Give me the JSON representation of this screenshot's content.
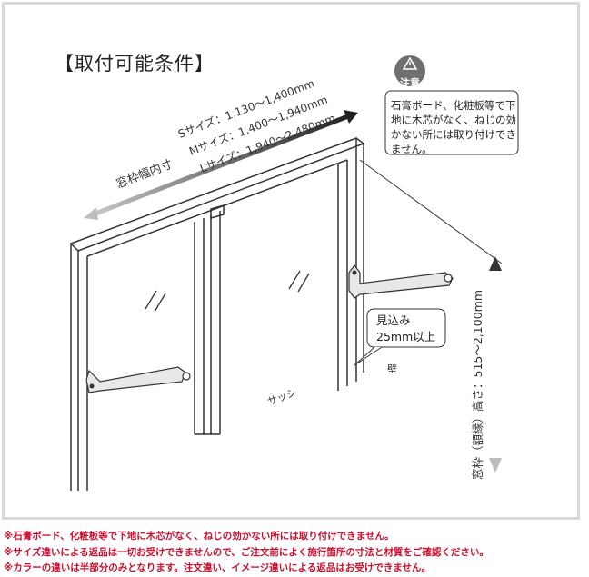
{
  "title": "【取付可能条件】",
  "width_label": "窓枠幅内寸",
  "sizes": [
    "Sサイズ：1,130～1,400mm",
    "Mサイズ：1,400～1,940mm",
    "Lサイズ：1,940～2,480mm"
  ],
  "caution": {
    "label": "注意",
    "text": "石膏ボード、化粧板等で下地に木芯がなく、ねじの効かない所には取り付けできません。"
  },
  "callout": {
    "line1": "見込み",
    "line2": "25mm以上"
  },
  "labels": {
    "sash": "サッシ",
    "wall": "壁"
  },
  "height_label": "窓枠（額縁）高さ：515～2,100mm",
  "notes": [
    "※石膏ボード、化粧板等で下地に木芯がなく、ねじの効かない所には取り付けできません。",
    "※サイズ違いによる返品は一切お受けできませんので、ご注文前によく施行箇所の寸法と材質をご確認ください。",
    "※カラーの違いは半部分のみとなります。注文違い、イメージ違いによる返品はお受けできません。"
  ],
  "colors": {
    "note_red": "#c8102e",
    "arrow_dark": "#222222",
    "arrow_light": "#c8c8c8",
    "caution_badge": "#6f6f6f"
  }
}
